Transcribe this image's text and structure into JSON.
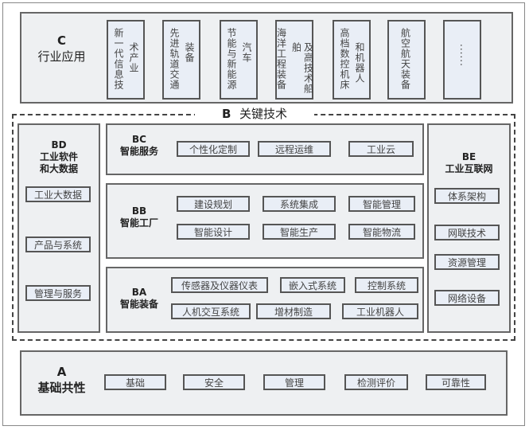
{
  "C": {
    "code": "C",
    "title": "行业应用",
    "items": [
      {
        "col1": "新一代信息技",
        "col2": "术产业"
      },
      {
        "col1": "先进轨道交通",
        "col2": "装备"
      },
      {
        "col1": "节能与新能源",
        "col2": "汽车"
      },
      {
        "col1": "海洋工程装备",
        "col2": "及高技术船舶"
      },
      {
        "col1": "高档数控机床",
        "col2": "和机器人"
      },
      {
        "col1": "航空航天装备",
        "col2": ""
      },
      {
        "col1": "······",
        "col2": ""
      }
    ]
  },
  "B": {
    "code": "B",
    "title": "关键技术",
    "BD": {
      "code": "BD",
      "title1": "工业软件",
      "title2": "和大数据",
      "items": [
        "工业大数据",
        "产品与系统",
        "管理与服务"
      ]
    },
    "BC": {
      "code": "BC",
      "title": "智能服务",
      "items": [
        "个性化定制",
        "远程运维",
        "工业云"
      ]
    },
    "BB": {
      "code": "BB",
      "title": "智能工厂",
      "items": [
        "建设规划",
        "系统集成",
        "智能管理",
        "智能设计",
        "智能生产",
        "智能物流"
      ]
    },
    "BA": {
      "code": "BA",
      "title": "智能装备",
      "items": [
        "传感器及仪器仪表",
        "嵌入式系统",
        "控制系统",
        "人机交互系统",
        "增材制造",
        "工业机器人"
      ]
    },
    "BE": {
      "code": "BE",
      "title": "工业互联网",
      "items": [
        "体系架构",
        "网联技术",
        "资源管理",
        "网络设备"
      ]
    }
  },
  "A": {
    "code": "A",
    "title": "基础共性",
    "items": [
      "基础",
      "安全",
      "管理",
      "检测评价",
      "可靠性"
    ]
  }
}
